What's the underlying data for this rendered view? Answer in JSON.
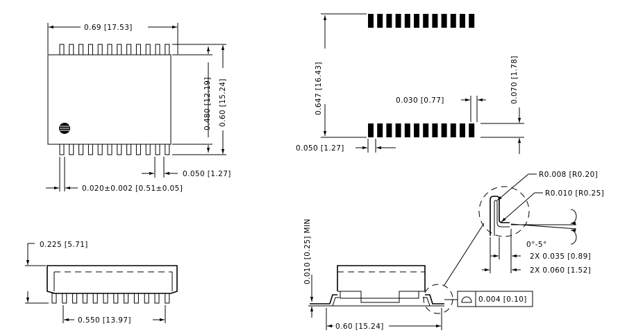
{
  "top_view": {
    "width_label": "0.69 [17.53]",
    "body_height_label": "0.480 [12.19]",
    "overall_height_label": "0.60 [15.24]",
    "pitch_label": "0.050 [1.27]",
    "lead_width_label": "0.020±0.002 [0.51±0.05]",
    "pins_per_side": 12
  },
  "land_pattern": {
    "span_label": "0.647 [16.43]",
    "pad_length_label": "0.070 [1.78]",
    "pad_width_label": "0.030 [0.77]",
    "pitch_label": "0.050 [1.27]",
    "pads_per_row": 12
  },
  "side_view": {
    "height_label": "0.225 [5.71]",
    "length_label": "0.550 [13.97]"
  },
  "end_view": {
    "standoff_label": "0.010 [0.25] MIN",
    "span_label": "0.60 [15.24]",
    "coplanarity_value": "0.004 [0.10]",
    "coplanarity_symbol": "profile-of-surface"
  },
  "detail": {
    "inner_radius_label": "R0.008 [R0.20]",
    "outer_radius_label": "R0.010 [R0.25]",
    "angle_label": "0°-5°",
    "foot_length_label": "2X 0.035 [0.89]",
    "foot_extent_label": "2X 0.060 [1.52]"
  }
}
